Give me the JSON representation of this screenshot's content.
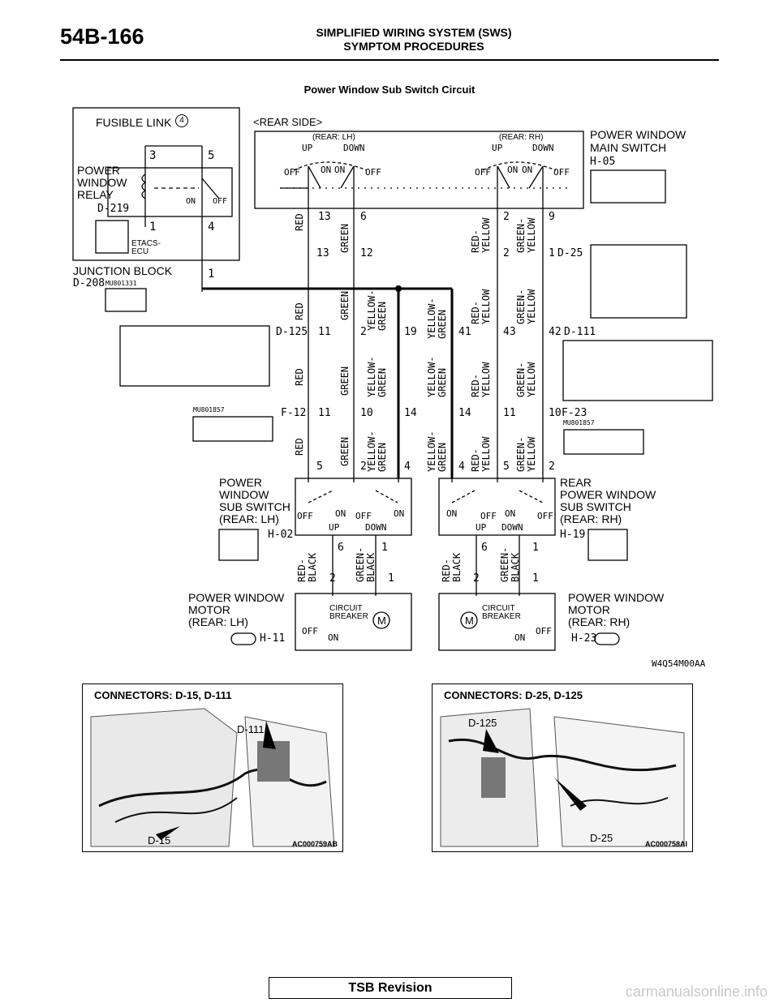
{
  "header": {
    "page_number": "54B-166",
    "section_title": "SIMPLIFIED WIRING SYSTEM (SWS)",
    "subsection_title": "SYMPTOM PROCEDURES"
  },
  "figure": {
    "title": "Power Window Sub Switch Circuit",
    "figure_code": "W4Q54M00AA",
    "rear_side": "<REAR SIDE>",
    "rear_lh": "(REAR: LH)",
    "rear_rh": "(REAR: RH)",
    "up": "UP",
    "down": "DOWN",
    "on": "ON",
    "off": "OFF",
    "fusible_link": "FUSIBLE LINK",
    "fusible_link_num": "4",
    "relay_l1": "POWER",
    "relay_l2": "WINDOW",
    "relay_l3": "RELAY",
    "relay_conn": "D-219",
    "etacs_l1": "ETACS-",
    "etacs_l2": "ECU",
    "junction_block": "JUNCTION BLOCK",
    "jb_conn": "D-208",
    "main_sw_l1": "POWER WINDOW",
    "main_sw_l2": "MAIN SWITCH",
    "main_sw_conn": "H-05",
    "sub_lh_l1": "POWER",
    "sub_lh_l2": "WINDOW",
    "sub_lh_l3": "SUB SWITCH",
    "sub_lh_l4": "(REAR: LH)",
    "sub_lh_conn": "H-02",
    "sub_rh_l1": "REAR",
    "sub_rh_l2": "POWER WINDOW",
    "sub_rh_l3": "SUB SWITCH",
    "sub_rh_l4": "(REAR: RH)",
    "sub_rh_conn": "H-19",
    "motor_lh_l1": "POWER WINDOW",
    "motor_lh_l2": "MOTOR",
    "motor_lh_l3": "(REAR: LH)",
    "motor_lh_conn": "H-11",
    "motor_rh_l1": "POWER WINDOW",
    "motor_rh_l2": "MOTOR",
    "motor_rh_l3": "(REAR: RH)",
    "motor_rh_conn": "H-23",
    "cb_l1": "CIRCUIT",
    "cb_l2": "BREAKER",
    "motor_m": "M",
    "part_mu801331": "MU801331",
    "part_mu801857a": "MU801857",
    "part_mu801857b": "MU801857",
    "conn_d25": "D-25",
    "conn_d125": "D-125",
    "conn_d111": "D-111",
    "conn_f12": "F-12",
    "conn_f23": "F-23",
    "wires": {
      "red": "RED",
      "green": "GREEN",
      "yellow_green_1": "YELLOW-",
      "yellow_green_2": "GREEN",
      "red_yellow_1": "RED-",
      "red_yellow_2": "YELLOW",
      "green_yellow_1": "GREEN-",
      "green_yellow_2": "YELLOW",
      "red_black_1": "RED-",
      "red_black_2": "BLACK",
      "green_black_1": "GREEN-",
      "green_black_2": "BLACK"
    },
    "pins": {
      "relay_3": "3",
      "relay_5": "5",
      "relay_1": "1",
      "relay_4": "4",
      "jb_1": "1",
      "sw_13": "13",
      "sw_6": "6",
      "sw_2": "2",
      "sw_9": "9",
      "d25_13": "13",
      "d25_12": "12",
      "d25_2": "2",
      "d25_1": "1",
      "d125_11": "11",
      "d125_2": "2",
      "d125_19": "19",
      "d111_41": "41",
      "d111_43": "43",
      "d111_42": "42",
      "f12_11": "11",
      "f12_10": "10",
      "f12_14": "14",
      "f23_14": "14",
      "f23_11": "11",
      "f23_10": "10",
      "h02_5": "5",
      "h02_2": "2",
      "h02_4": "4",
      "h19_4": "4",
      "h19_5": "5",
      "h19_2": "2",
      "h02_6": "6",
      "h02_1": "1",
      "h11_2": "2",
      "h11_1": "1",
      "h19_6": "6",
      "h19_1": "1",
      "h23_2": "2",
      "h23_1": "1"
    }
  },
  "photos": [
    {
      "caption": "CONNECTORS: D-15, D-111",
      "callout_a": "D-111",
      "callout_b": "D-15",
      "code": "AC000759AB"
    },
    {
      "caption": "CONNECTORS: D-25, D-125",
      "callout_a": "D-125",
      "callout_b": "D-25",
      "code": "AC000758AI"
    }
  ],
  "footer": {
    "label": "TSB Revision"
  },
  "watermark": "carmanualsonline.info"
}
